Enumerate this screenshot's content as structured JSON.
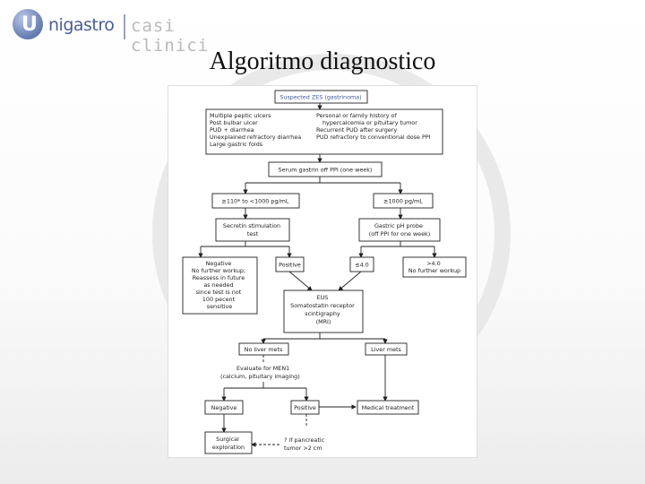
{
  "header": {
    "logo_text": "nigastro",
    "logo_mark": "U",
    "section": "casi clinici"
  },
  "slide": {
    "title": "Algoritmo diagnostico"
  },
  "flowchart": {
    "start": "Suspected ZES (gastrinoma)",
    "criteria_left": [
      "Multiple peptic ulcers",
      "Post bulbar ulcer",
      "PUD + diarrhea",
      "Unexplained refractory diarrhea",
      "Large gastric folds"
    ],
    "criteria_right": [
      "Personal or family history of",
      "hypercalcemia or pituitary tumor",
      "Recurrent PUD after surgery",
      "PUD refractory to conventional dose PPI"
    ],
    "gastrin": "Serum gastrin off PPI (one week)",
    "range_low": "≥110* to <1000 pg/mL",
    "range_high": "≥1000 pg/mL",
    "secretin": [
      "Secretin stimulation",
      "test"
    ],
    "ph_probe": [
      "Gastric pH probe",
      "(off PPI for one week)"
    ],
    "negative": [
      "Negative",
      "No further workup;",
      "Reassess in future",
      "as needed",
      "since test is not",
      "100 pecent",
      "sensitive"
    ],
    "positive": "Positive",
    "le4": "≤4.0",
    "gt4": [
      ">4.0",
      "No further workup"
    ],
    "imaging": [
      "EUS",
      "Somatostatin receptor",
      "scintigraphy",
      "(MRI)"
    ],
    "no_liver": "No liver mets",
    "liver": "Liver mets",
    "men1": [
      "Evaluate for MEN1",
      "(calcium, pituitary imaging)"
    ],
    "men_negative": "Negative",
    "men_positive": "Positive",
    "medical": "Medical treatment",
    "surgical": [
      "Surgical",
      "exploration"
    ],
    "pancreatic": [
      "? if pancreatic",
      "tumor >2 cm"
    ]
  },
  "colors": {
    "logo_blue": "#4a5e95",
    "header_box_text": "#3a5a9a"
  }
}
